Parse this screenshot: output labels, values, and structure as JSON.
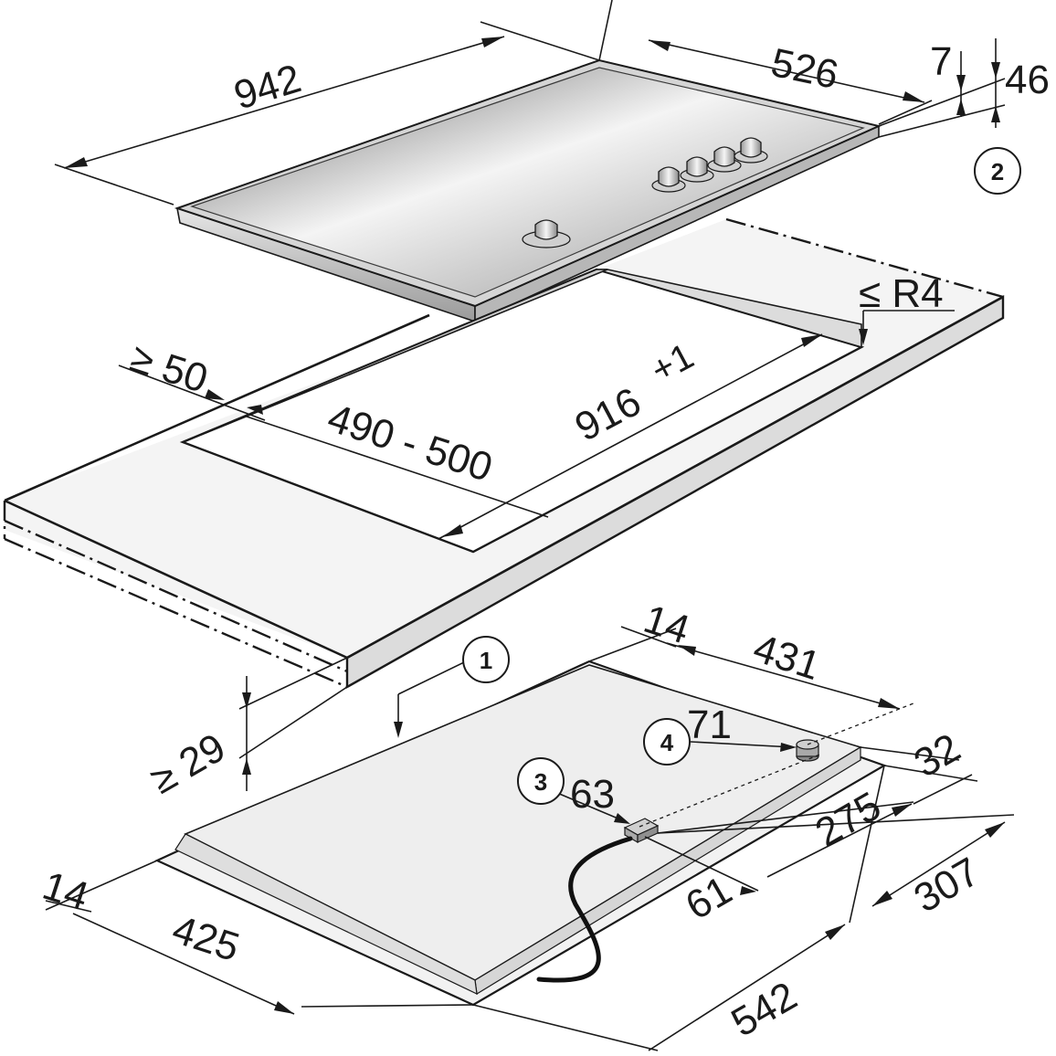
{
  "dimensions": {
    "hob_width": "942",
    "hob_depth": "526",
    "glass_thickness": "7",
    "hob_height_above": "46",
    "cutout_min_front": "≥ 50",
    "cutout_depth": "490 - 500",
    "cutout_width": "916",
    "cutout_tolerance": "+1",
    "corner_radius": "≤ R4",
    "worktop_min_thickness": "≥ 29",
    "underside_offset_top": "14",
    "underside_width_top": "431",
    "connector_4_offset": "71",
    "connector_3_offset": "63",
    "edge_32": "32",
    "depth_275": "275",
    "depth_307": "307",
    "offset_61": "61",
    "underside_offset_left": "14",
    "underside_width_left": "425",
    "underside_length": "542"
  },
  "markers": {
    "m1": "1",
    "m2": "2",
    "m3": "3",
    "m4": "4"
  },
  "colors": {
    "line": "#1a1a1a",
    "glass_light": "#f2f2f2",
    "glass_dark": "#6e6e6e",
    "frame": "#c8c8c8",
    "surface": "#eeeeee",
    "surface_shade": "#d6d6d6"
  }
}
